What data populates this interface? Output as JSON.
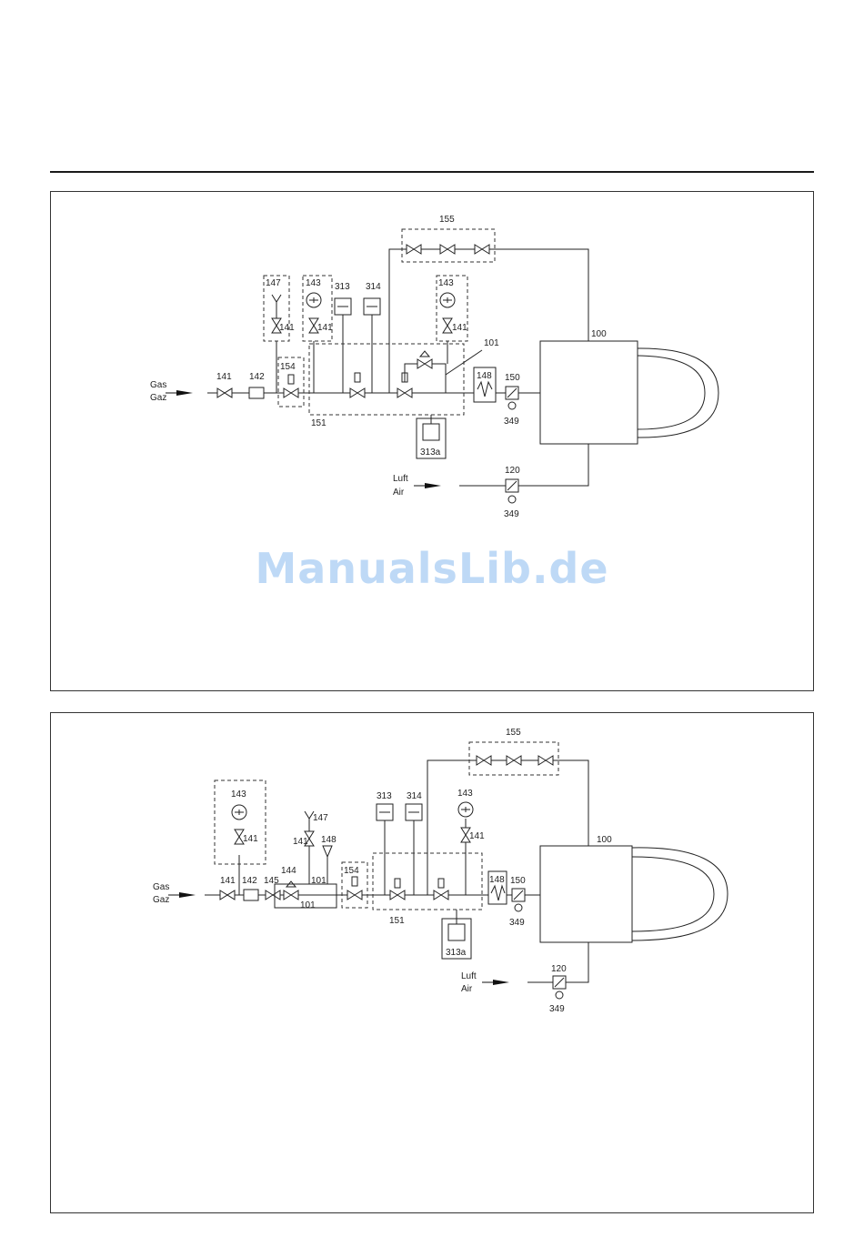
{
  "watermark": "ManualsLib.de",
  "diagram1": {
    "labels": {
      "l155": "155",
      "l147": "147",
      "l143a": "143",
      "l313": "313",
      "l314": "314",
      "l143b": "143",
      "l141a": "141",
      "l141b": "141",
      "l141c": "141",
      "l141d": "141",
      "l142": "142",
      "l154": "154",
      "l101": "101",
      "l148": "148",
      "l150": "150",
      "l349a": "349",
      "l100": "100",
      "l151": "151",
      "l313a": "313a",
      "l120": "120",
      "l349b": "349",
      "gas": "Gas",
      "gaz": "Gaz",
      "luft": "Luft",
      "air": "Air"
    }
  },
  "diagram2": {
    "labels": {
      "l155": "155",
      "l143a": "143",
      "l141a": "141",
      "l147": "147",
      "l141b": "141",
      "l148a": "148",
      "l313": "313",
      "l314": "314",
      "l143b": "143",
      "l141c": "141",
      "l141d": "141",
      "l142": "142",
      "l145": "145",
      "l144": "144",
      "l101a": "101",
      "l101b": "101",
      "l154": "154",
      "l151": "151",
      "l148b": "148",
      "l150": "150",
      "l349a": "349",
      "l100": "100",
      "l313a": "313a",
      "l120": "120",
      "l349b": "349",
      "gas": "Gas",
      "gaz": "Gaz",
      "luft": "Luft",
      "air": "Air"
    }
  }
}
